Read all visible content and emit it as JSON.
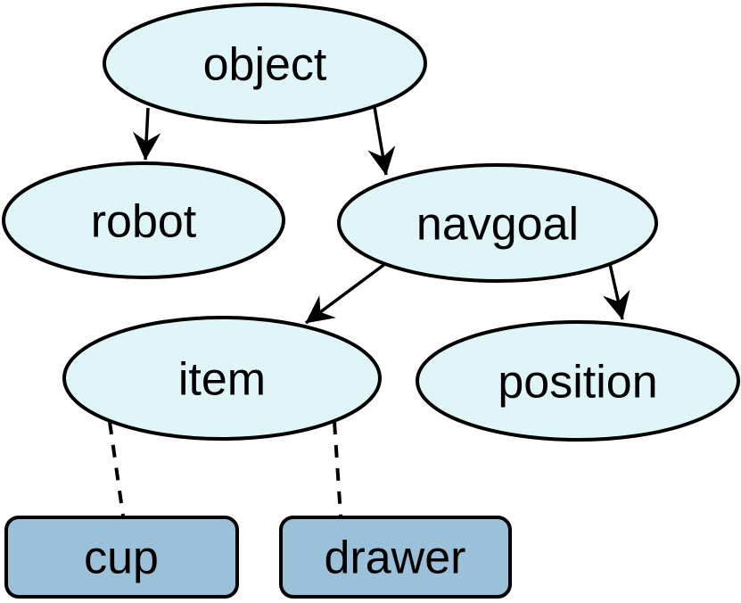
{
  "diagram": {
    "type": "tree-graph",
    "description": "Object type hierarchy: object branches to robot and navgoal; navgoal branches to item and position; item links (dashed) to instances cup and drawer",
    "colors": {
      "background": "#ffffff",
      "class_node_fill": "#e0f5f8",
      "instance_node_fill": "#9bc0d9",
      "stroke": "#000000",
      "text": "#000000"
    },
    "nodes": {
      "object": {
        "label": "object",
        "shape": "ellipse"
      },
      "robot": {
        "label": "robot",
        "shape": "ellipse"
      },
      "navgoal": {
        "label": "navgoal",
        "shape": "ellipse"
      },
      "item": {
        "label": "item",
        "shape": "ellipse"
      },
      "position": {
        "label": "position",
        "shape": "ellipse"
      },
      "cup": {
        "label": "cup",
        "shape": "rounded-rect"
      },
      "drawer": {
        "label": "drawer",
        "shape": "rounded-rect"
      }
    },
    "edges": [
      {
        "from": "object",
        "to": "robot",
        "style": "solid-arrow"
      },
      {
        "from": "object",
        "to": "navgoal",
        "style": "solid-arrow"
      },
      {
        "from": "navgoal",
        "to": "item",
        "style": "solid-arrow"
      },
      {
        "from": "navgoal",
        "to": "position",
        "style": "solid-arrow"
      },
      {
        "from": "item",
        "to": "cup",
        "style": "dashed"
      },
      {
        "from": "item",
        "to": "drawer",
        "style": "dashed"
      }
    ]
  }
}
